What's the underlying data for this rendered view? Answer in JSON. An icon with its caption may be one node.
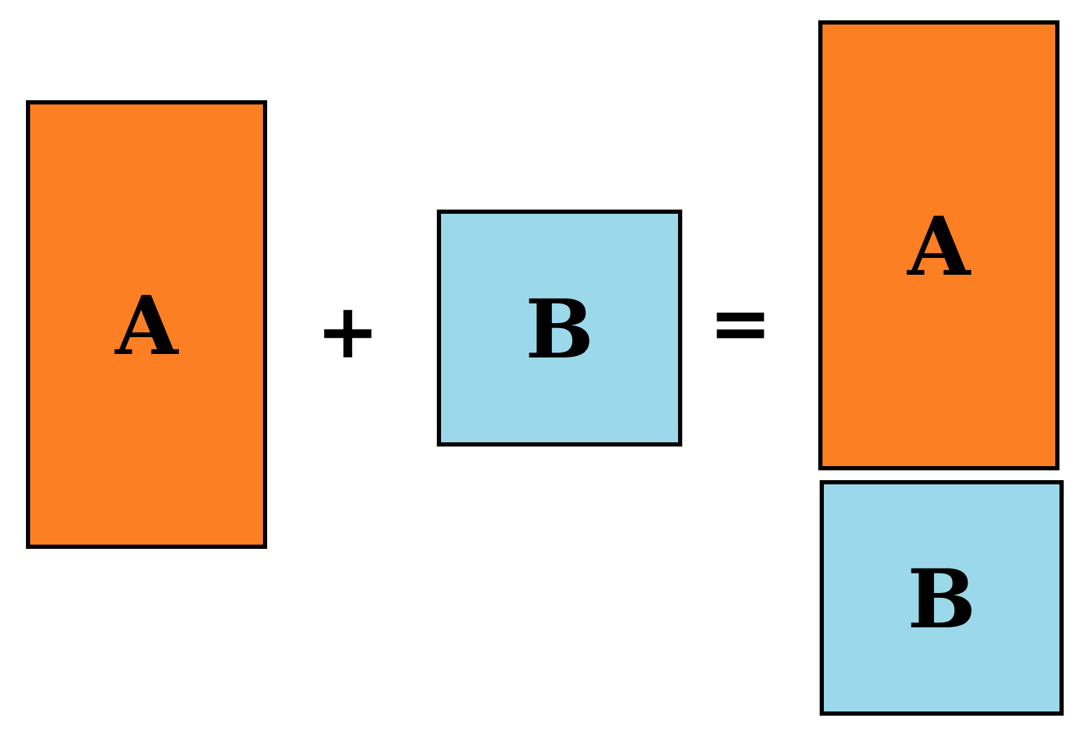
{
  "diagram": {
    "nodes": [
      {
        "text": [
          "A"
        ]
      },
      {
        "text": [
          "B"
        ]
      },
      {
        "text": [
          "A"
        ]
      },
      {
        "text": [
          "B"
        ]
      }
    ],
    "labels": [
      "+",
      "="
    ]
  }
}
